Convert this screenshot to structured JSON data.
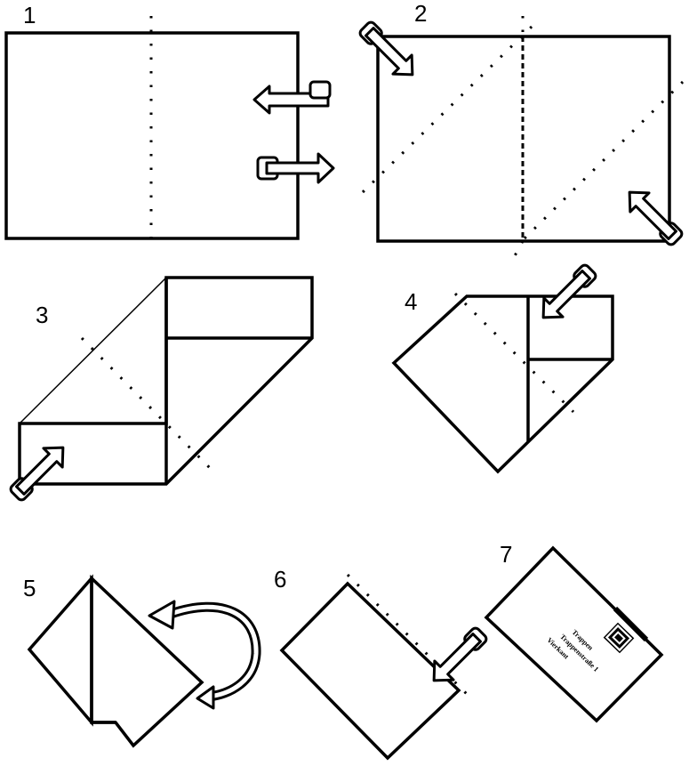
{
  "steps": [
    {
      "number": "1"
    },
    {
      "number": "2"
    },
    {
      "number": "3"
    },
    {
      "number": "4"
    },
    {
      "number": "5"
    },
    {
      "number": "6"
    },
    {
      "number": "7"
    }
  ],
  "envelope_address": [
    "Trappen",
    "Trappenstraße 1",
    "Vierkant"
  ],
  "icons": [
    "fold-arrow-icon",
    "curved-turn-arrow-icon",
    "postage-stamp-icon"
  ]
}
